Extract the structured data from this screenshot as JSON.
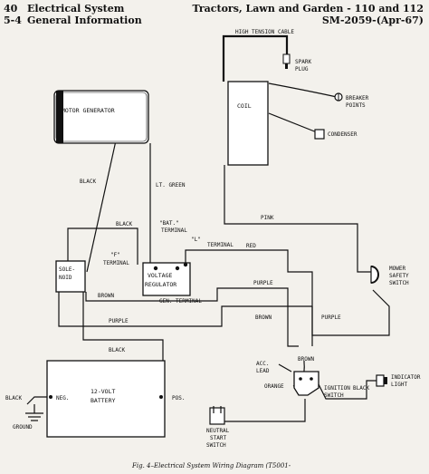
{
  "header": {
    "page_number": "40",
    "section_title": "Electrical System",
    "section_number": "5-4",
    "section_subtitle": "General Information",
    "manual_title": "Tractors, Lawn and Garden  - 110 and 112",
    "manual_code": "SM-2059-(Apr-67)"
  },
  "diagram": {
    "caption": "Fig. 4–Electrical System Wiring Diagram (T5001-",
    "components": {
      "motor_generator": "MOTOR GENERATOR",
      "coil": "COIL",
      "high_tension_cable": "HIGH TENSION CABLE",
      "spark_plug_line1": "SPARK",
      "spark_plug_line2": "PLUG",
      "breaker_points_line1": "BREAKER",
      "breaker_points_line2": "POINTS",
      "condenser": "CONDENSER",
      "voltage_regulator_line1": "VOLTAGE",
      "voltage_regulator_line2": "REGULATOR",
      "solenoid_line1": "SOLE-",
      "solenoid_line2": "NOID",
      "battery_line1": "12-VOLT",
      "battery_line2": "BATTERY",
      "mower_safety_switch_line1": "MOWER",
      "mower_safety_switch_line2": "SAFETY",
      "mower_safety_switch_line3": "SWITCH",
      "ignition_switch_line1": "IGNITION",
      "ignition_switch_line2": "SWITCH",
      "indicator_light_line1": "INDICATOR",
      "indicator_light_line2": "LIGHT",
      "neutral_start_switch_line1": "NEUTRAL",
      "neutral_start_switch_line2": "START",
      "neutral_start_switch_line3": "SWITCH",
      "acc_lead_line1": "ACC.",
      "acc_lead_line2": "LEAD",
      "ground": "GROUND"
    },
    "terminals": {
      "bat_line1": "\"BAT.\"",
      "bat_line2": "TERMINAL",
      "l_line1": "\"L\"",
      "l_line2": "TERMINAL",
      "f_line1": "\"F\"",
      "f_line2": "TERMINAL",
      "gen": "GEN. TERMINAL",
      "neg": "NEG.",
      "pos": "POS."
    },
    "wire_colors": {
      "black": "BLACK",
      "lt_green": "LT. GREEN",
      "pink": "PINK",
      "red": "RED",
      "brown": "BROWN",
      "purple": "PURPLE",
      "orange": "ORANGE"
    }
  }
}
